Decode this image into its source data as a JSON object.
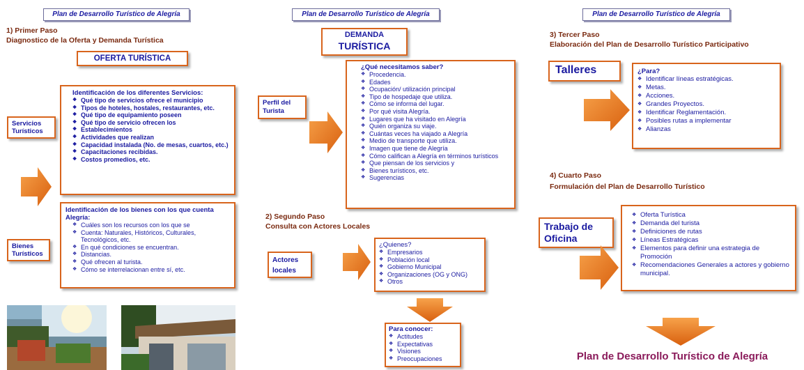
{
  "header": "Plan de Desarrollo Turístico de Alegría",
  "panel1": {
    "step_title": "1) Primer Paso",
    "step_subtitle": "Diagnostico de la Oferta y Demanda Turística",
    "oferta_title": "OFERTA TURÍSTICA",
    "servicios_label": "Servicios Turísticos",
    "bienes_label": "Bienes Turísticos",
    "servicios_box": {
      "head": "Identificación de los diferentes Servicios:",
      "items": [
        "Qué tipo de servicios ofrece el municipio",
        "Tipos de  hoteles, hostales, restaurantes, etc.",
        "Qué tipo de equipamiento poseen",
        "Qué tipo de servicio ofrecen los",
        "Establecimientos",
        "Actividades que realizan",
        "Capacidad instalada (No. de mesas, cuartos, etc.)",
        "Capacitaciones recibidas.",
        "Costos promedios, etc."
      ]
    },
    "bienes_box": {
      "head": "Identificación de los  bienes con los que cuenta Alegría:",
      "items": [
        "Cuáles son los recursos con los que se",
        "Cuenta: Naturales, Históricos, Culturales, Tecnológicos, etc.",
        "En qué condiciones se encuentran.",
        "Distancias.",
        "Qué ofrecen al turista.",
        "Cómo se interrelacionan entre sí, etc."
      ]
    }
  },
  "panel2": {
    "demanda_title_1": "DEMANDA",
    "demanda_title_2": "TURÍSTICA",
    "perfil_label": "Perfil del Turista",
    "demanda_box": {
      "head": "¿Qué  necesitamos saber?",
      "items": [
        "Procedencia.",
        "Edades",
        "Ocupación/ utilización  principal",
        "Tipo de hospedaje que utiliza.",
        "Cómo se informa del lugar.",
        "Por qué visita Alegría.",
        "Lugares que ha visitado en Alegría",
        "Quién organiza su viaje.",
        "Cuántas veces ha viajado a Alegría",
        "Medio de transporte que utiliza.",
        "Imagen que tiene de Alegría",
        "Cómo califican a Alegría en términos turísticos",
        "Que piensan de los servicios y",
        "Bienes turísticos, etc.",
        "Sugerencias"
      ]
    },
    "step_title": "2) Segundo Paso",
    "step_subtitle": "Consulta con Actores Locales",
    "actores_label": "Actores locales",
    "quienes_box": {
      "head": "¿Quienes?",
      "items": [
        "Empresarios",
        "Población local",
        "Gobierno Municipal",
        "Organizaciones (OG y ONG)",
        "Otros"
      ]
    },
    "conocer_box": {
      "head": "Para conocer:",
      "items": [
        "Actitudes",
        "Expectativas",
        "Visiones",
        "Preocupaciones"
      ]
    }
  },
  "panel3": {
    "step3_title": "3) Tercer Paso",
    "step3_subtitle": "Elaboración del Plan de  Desarrollo Turístico Participativo",
    "talleres_label": "Talleres",
    "para_box": {
      "head": "¿Para?",
      "items": [
        "Identificar líneas estratégicas.",
        "Metas.",
        "Acciones.",
        "Grandes Proyectos.",
        "Identificar Reglamentación.",
        "Posibles rutas a implementar",
        "Alianzas"
      ]
    },
    "step4_title": "4) Cuarto Paso",
    "step4_subtitle": "Formulación del Plan de Desarrollo Turístico",
    "trabajo_label": "Trabajo de Oficina",
    "oficina_box": {
      "items": [
        "Oferta Turística",
        "Demanda del turista",
        "Definiciones de rutas",
        " Líneas Estratégicas",
        "Elementos para definir una estrategia  de Promoción",
        "Recomendaciones Generales a actores y gobierno municipal."
      ]
    },
    "final_title": "Plan de Desarrollo Turístico de Alegría"
  },
  "colors": {
    "text": "#1a1aa0",
    "border": "#d8641c",
    "arrow": "#e8761a",
    "step": "#7a2a10",
    "final": "#8a1a5a"
  }
}
